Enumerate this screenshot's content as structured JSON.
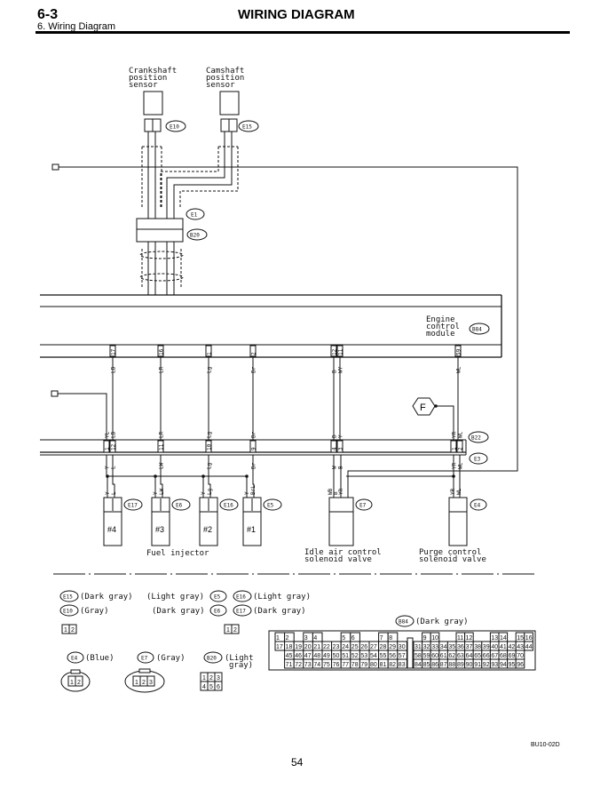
{
  "header": {
    "section": "6-3",
    "subtitle": "6. Wiring Diagram",
    "title": "WIRING DIAGRAM"
  },
  "sensors": {
    "crank": {
      "lines": [
        "Crankshaft",
        "position",
        "sensor"
      ],
      "connector": "E10"
    },
    "cam": {
      "lines": [
        "Camshaft",
        "position",
        "sensor"
      ],
      "connector": "E15"
    }
  },
  "connectors": {
    "e1": "E1",
    "b20": "B20",
    "b22": "B22",
    "e3": "E3",
    "b84": "B84"
  },
  "ecm": {
    "lines": [
      "Engine",
      "control",
      "module"
    ]
  },
  "off_page": {
    "ref1": "1",
    "ref2": "2",
    "ground_ref": "F"
  },
  "ecm_pins": [
    "17",
    "16",
    "1",
    "2",
    "12",
    "11",
    "59"
  ],
  "ecm_wires": [
    "LB",
    "LR",
    "Lg",
    "Br",
    "B",
    "WY",
    "WL"
  ],
  "b22_pins": [
    "1",
    "12",
    "11",
    "10",
    "9",
    "4",
    "3",
    "1",
    "2"
  ],
  "b22_wires_top": [
    "YL",
    "LB",
    "LR",
    "Lg",
    "Br",
    "B",
    "Y",
    "YR",
    "WL"
  ],
  "e3_wires": [
    "Y",
    "L",
    "LW",
    "Lg",
    "Br",
    "W",
    "B",
    "YR",
    "WL"
  ],
  "injectors": [
    {
      "label": "#4",
      "connector": "E17",
      "wires": [
        "Y",
        "L"
      ]
    },
    {
      "label": "#3",
      "connector": "E6",
      "wires": [
        "Y",
        "LW"
      ]
    },
    {
      "label": "#2",
      "connector": "E16",
      "wires": [
        "Y",
        "Lg"
      ]
    },
    {
      "label": "#1",
      "connector": "E5",
      "wires": [
        "Y",
        "BrL"
      ]
    }
  ],
  "fuel_injector_label": "Fuel injector",
  "idle_valve": {
    "lines": [
      "Idle air control",
      "solenoid valve"
    ],
    "connector": "E7",
    "wires": [
      "WB",
      "B",
      "YR"
    ]
  },
  "purge_valve": {
    "lines": [
      "Purge control",
      "solenoid valve"
    ],
    "connector": "E4",
    "wires": [
      "YR",
      "WL"
    ]
  },
  "legend": {
    "e15": {
      "id": "E15",
      "color": "(Dark gray)"
    },
    "e10": {
      "id": "E10",
      "color": "(Gray)"
    },
    "e5": {
      "id": "E5",
      "pre": "(Light gray)"
    },
    "e6": {
      "id": "E6",
      "pre": "(Dark gray)"
    },
    "e16": {
      "id": "E16",
      "color": "(Light gray)"
    },
    "e17": {
      "id": "E17",
      "color": "(Dark gray)"
    },
    "e4": {
      "id": "E4",
      "color": "(Blue)"
    },
    "e7": {
      "id": "E7",
      "color": "(Gray)"
    },
    "b20": {
      "id": "B20",
      "color": [
        "(Light",
        "gray)"
      ]
    },
    "b84": {
      "id": "B84",
      "color": "(Dark gray)"
    },
    "two_pin": [
      "1",
      "2"
    ],
    "three_pin": [
      "1",
      "2",
      "3"
    ],
    "six_pin": [
      "1",
      "2",
      "3",
      "4",
      "5",
      "6"
    ],
    "ecm_connector": {
      "left": [
        [
          "1",
          "2",
          "",
          "3",
          "4",
          "",
          "",
          "5",
          "6",
          "",
          "",
          "7",
          "8",
          ""
        ],
        [
          "17",
          "18",
          "19",
          "20",
          "21",
          "22",
          "23",
          "24",
          "25",
          "26",
          "27",
          "28",
          "29",
          "30"
        ],
        [
          "",
          "45",
          "46",
          "47",
          "48",
          "49",
          "50",
          "51",
          "52",
          "53",
          "54",
          "55",
          "56",
          "57"
        ],
        [
          "",
          "71",
          "72",
          "73",
          "74",
          "75",
          "76",
          "77",
          "78",
          "79",
          "80",
          "81",
          "82",
          "83"
        ]
      ],
      "right": [
        [
          "",
          "9",
          "10",
          "",
          "",
          "11",
          "12",
          "",
          "",
          "13",
          "14",
          "",
          "15",
          "16"
        ],
        [
          "31",
          "32",
          "33",
          "34",
          "35",
          "36",
          "37",
          "38",
          "39",
          "40",
          "41",
          "42",
          "43",
          "44"
        ],
        [
          "58",
          "59",
          "60",
          "61",
          "62",
          "63",
          "64",
          "65",
          "66",
          "67",
          "68",
          "69",
          "70",
          ""
        ],
        [
          "84",
          "85",
          "86",
          "87",
          "88",
          "89",
          "90",
          "91",
          "92",
          "93",
          "94",
          "95",
          "96",
          ""
        ]
      ]
    }
  },
  "footer": {
    "code": "BU10-02D",
    "page": "54"
  }
}
